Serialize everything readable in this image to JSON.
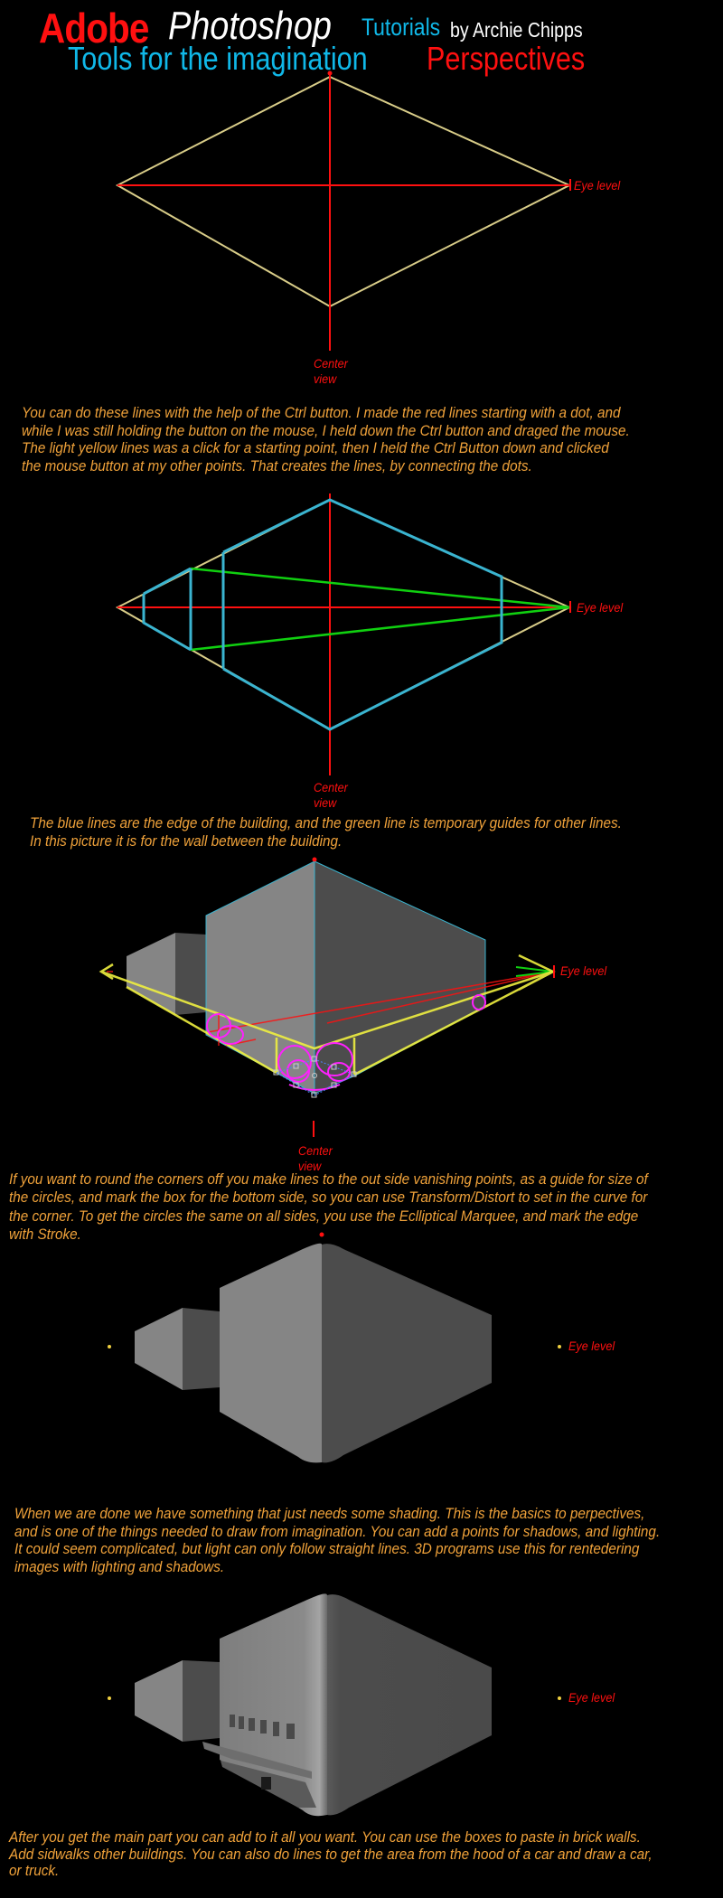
{
  "header": {
    "adobe": "Adobe",
    "photoshop": "Photoshop",
    "tutorials": "Tutorials",
    "byline": "by Archie Chipps",
    "tagline": "Tools for the imagination",
    "topic": "Perspectives"
  },
  "labels": {
    "eye_level": "Eye level",
    "center": "Center",
    "view": "view"
  },
  "paragraphs": [
    {
      "lines": [
        "You can do these lines with the help of the Ctrl button. I made the red lines starting with a dot, and",
        "while I was still holding the button on the mouse, I held down the Ctrl button and draged the mouse.",
        "The light yellow lines was a click for a starting point, then I held the Ctrl Button down and clicked",
        "the mouse button at my other points. That creates the lines, by connecting the dots."
      ]
    },
    {
      "lines": [
        "The blue lines are the edge of the building, and the green line is temporary guides for other lines.",
        "In this picture it is for the wall between the building."
      ]
    },
    {
      "lines": [
        "If you want to round the corners off you make lines to the out side vanishing points, as a guide for size of",
        "the circles, and mark the box for the bottom side, so you can use Transform/Distort to set in the curve for",
        "the corner. To get the circles the same on all sides, you use the Eclliptical Marquee, and mark the edge",
        "with Stroke."
      ]
    },
    {
      "lines": [
        "When we are done we have something that just needs some shading. This is the basics to perpectives,",
        "and is one of the things needed to draw from imagination. You can add a points for shadows, and lighting.",
        "It could seem complicated, but light can only follow straight lines. 3D programs use this for rentedering",
        "images with lighting and shadows."
      ]
    },
    {
      "lines": [
        "After you get the main part you can add to it all you want. You can use the boxes to paste in brick walls.",
        "Add sidwalks other buildings. You can also do lines to  get the area from the hood of a car and draw a car,",
        "or truck."
      ]
    }
  ],
  "colors": {
    "background": "#000000",
    "text": "#f0a23a",
    "red": "#ff1010",
    "cyan": "#10b8e8",
    "guide_tan": "#d8cc88",
    "edge_blue": "#3ab4d0",
    "guide_green": "#10d010",
    "magenta": "#ff20ff"
  }
}
